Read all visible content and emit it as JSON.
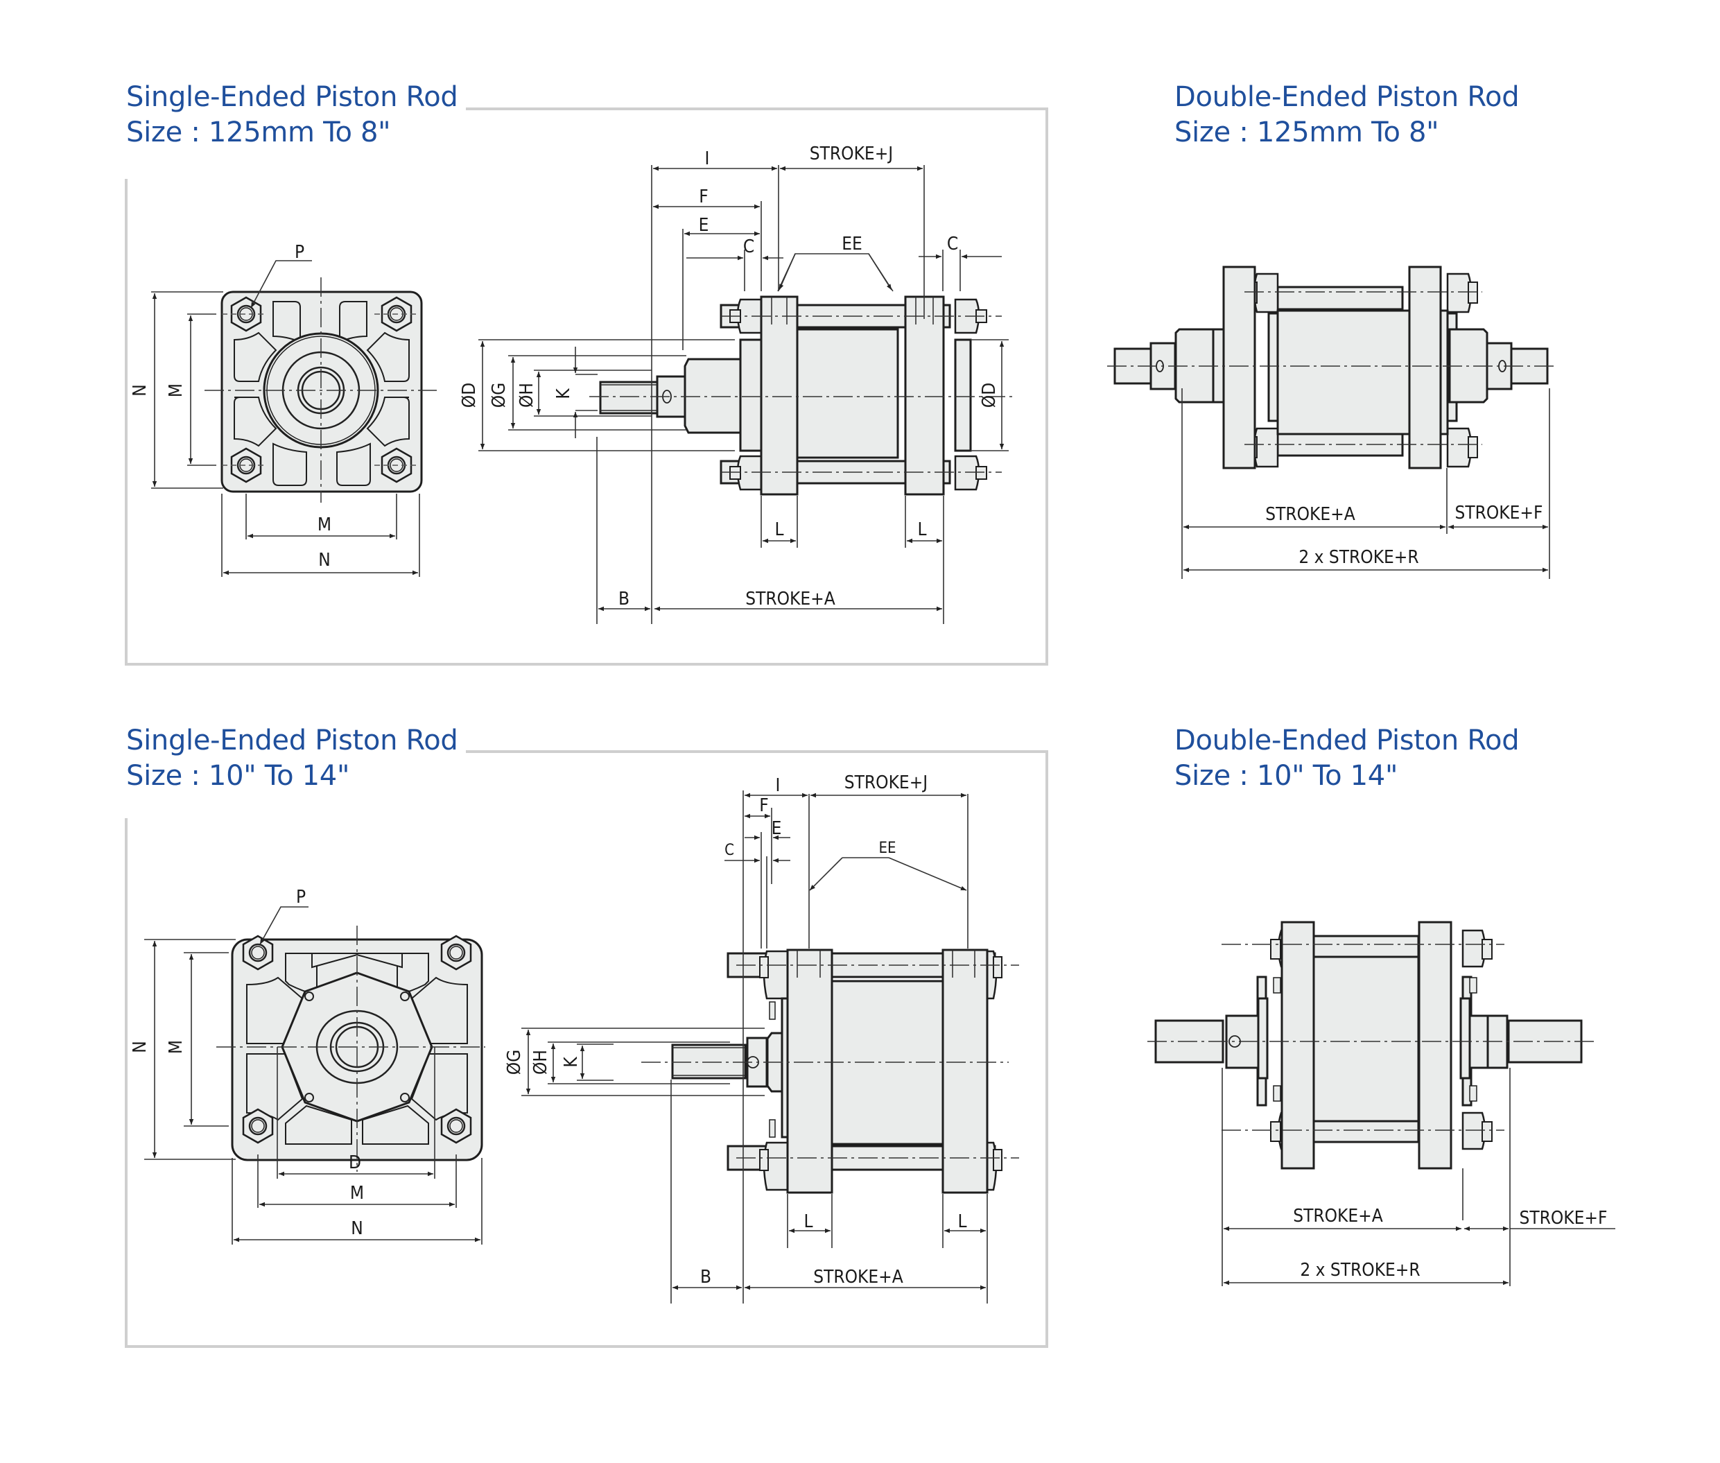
{
  "sections": [
    {
      "id": "single-125-8",
      "heading": {
        "line1": "Single-Ended Piston Rod",
        "line2": "Size : 125mm To 8\""
      },
      "front_view_labels": {
        "p": "P",
        "n_vertical": "N",
        "m_vertical": "M",
        "m_horizontal": "M",
        "n_horizontal": "N"
      },
      "side_view_labels": {
        "i": "I",
        "stroke_j": "STROKE+J",
        "f": "F",
        "e": "E",
        "c_left": "C",
        "ee": "EE",
        "c_right": "C",
        "od_left": "ØD",
        "og": "ØG",
        "oh": "ØH",
        "k": "K",
        "od_right": "ØD",
        "l_left": "L",
        "l_right": "L",
        "b": "B",
        "stroke_a": "STROKE+A"
      }
    },
    {
      "id": "double-125-8",
      "heading": {
        "line1": "Double-Ended Piston Rod",
        "line2": "Size : 125mm To 8\""
      },
      "labels": {
        "stroke_a": "STROKE+A",
        "stroke_f": "STROKE+F",
        "two_stroke_r": "2 x STROKE+R"
      }
    },
    {
      "id": "single-10-14",
      "heading": {
        "line1": "Single-Ended Piston Rod",
        "line2": "Size : 10\" To 14\""
      },
      "front_view_labels": {
        "p": "P",
        "n_vertical": "N",
        "m_vertical": "M",
        "d": "D",
        "m_horizontal": "M",
        "n_horizontal": "N"
      },
      "side_view_labels": {
        "i": "I",
        "stroke_j": "STROKE+J",
        "f": "F",
        "e": "E",
        "c": "C",
        "ee": "EE",
        "og": "ØG",
        "oh": "ØH",
        "k": "K",
        "l_left": "L",
        "l_right": "L",
        "b": "B",
        "stroke_a": "STROKE+A"
      }
    },
    {
      "id": "double-10-14",
      "heading": {
        "line1": "Double-Ended Piston Rod",
        "line2": "Size : 10\" To 14\""
      },
      "labels": {
        "stroke_a": "STROKE+A",
        "stroke_f": "STROKE+F",
        "two_stroke_r": "2 x STROKE+R"
      }
    }
  ],
  "colors": {
    "heading": "#1f4f9c",
    "panel_border": "#cfcfcf",
    "part_fill": "#eaeceb",
    "line": "#1e1e1e"
  }
}
